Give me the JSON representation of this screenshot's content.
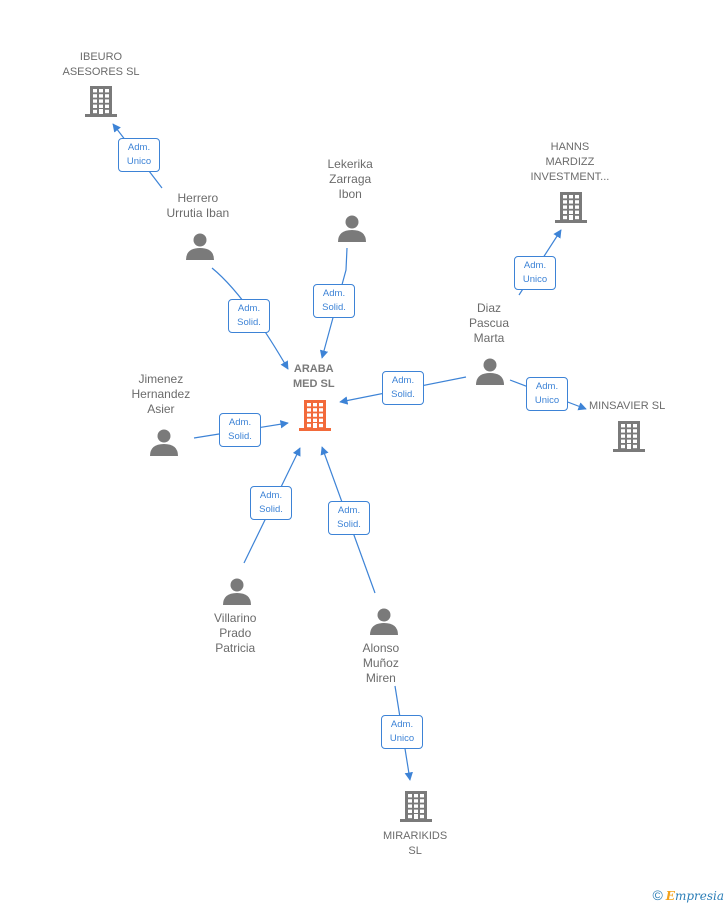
{
  "nodes": [
    {
      "id": "araba",
      "type": "company",
      "center": true,
      "lines": [
        "ARABA",
        "MED  SL"
      ],
      "color": "#f26a3a"
    },
    {
      "id": "ibeuro",
      "type": "company",
      "lines": [
        "IBEURO",
        "ASESORES  SL"
      ],
      "color": "#7a7a7a"
    },
    {
      "id": "hanns",
      "type": "company",
      "lines": [
        "HANNS",
        "MARDIZZ",
        "INVESTMENT..."
      ],
      "color": "#7a7a7a"
    },
    {
      "id": "minsavier",
      "type": "company",
      "lines": [
        "MINSAVIER  SL"
      ],
      "color": "#7a7a7a"
    },
    {
      "id": "mirarikids",
      "type": "company",
      "lines": [
        "MIRARIKIDS",
        "SL"
      ],
      "color": "#7a7a7a"
    },
    {
      "id": "herrero",
      "type": "person",
      "lines": [
        "Herrero",
        "Urrutia Iban"
      ]
    },
    {
      "id": "lekerika",
      "type": "person",
      "lines": [
        "Lekerika",
        "Zarraga",
        "Ibon"
      ]
    },
    {
      "id": "diaz",
      "type": "person",
      "lines": [
        "Diaz",
        "Pascua",
        "Marta"
      ]
    },
    {
      "id": "jimenez",
      "type": "person",
      "lines": [
        "Jimenez",
        "Hernandez",
        "Asier"
      ]
    },
    {
      "id": "villarino",
      "type": "person",
      "lines": [
        "Villarino",
        "Prado",
        "Patricia"
      ]
    },
    {
      "id": "alonso",
      "type": "person",
      "lines": [
        "Alonso",
        "Muñoz",
        "Miren"
      ]
    }
  ],
  "edges": [
    {
      "id": "e-herrero-ibeuro",
      "from": "herrero",
      "to": "ibeuro",
      "lines": [
        "Adm.",
        "Unico"
      ]
    },
    {
      "id": "e-herrero-araba",
      "from": "herrero",
      "to": "araba",
      "lines": [
        "Adm.",
        "Solid."
      ]
    },
    {
      "id": "e-lekerika-araba",
      "from": "lekerika",
      "to": "araba",
      "lines": [
        "Adm.",
        "Solid."
      ]
    },
    {
      "id": "e-diaz-hanns",
      "from": "diaz",
      "to": "hanns",
      "lines": [
        "Adm.",
        "Unico"
      ]
    },
    {
      "id": "e-diaz-araba",
      "from": "diaz",
      "to": "araba",
      "lines": [
        "Adm.",
        "Solid."
      ]
    },
    {
      "id": "e-diaz-minsavier",
      "from": "diaz",
      "to": "minsavier",
      "lines": [
        "Adm.",
        "Unico"
      ]
    },
    {
      "id": "e-jimenez-araba",
      "from": "jimenez",
      "to": "araba",
      "lines": [
        "Adm.",
        "Solid."
      ]
    },
    {
      "id": "e-villarino-araba",
      "from": "villarino",
      "to": "araba",
      "lines": [
        "Adm.",
        "Solid."
      ]
    },
    {
      "id": "e-alonso-araba",
      "from": "alonso",
      "to": "araba",
      "lines": [
        "Adm.",
        "Solid."
      ]
    },
    {
      "id": "e-alonso-mirarikids",
      "from": "alonso",
      "to": "mirarikids",
      "lines": [
        "Adm.",
        "Unico"
      ]
    }
  ],
  "colors": {
    "edge": "#3d83d6",
    "person": "#7a7a7a",
    "label": "#6b6b6b"
  },
  "footer": {
    "copyright": "©",
    "brand_initial": "E",
    "brand_rest": "mpresia"
  }
}
